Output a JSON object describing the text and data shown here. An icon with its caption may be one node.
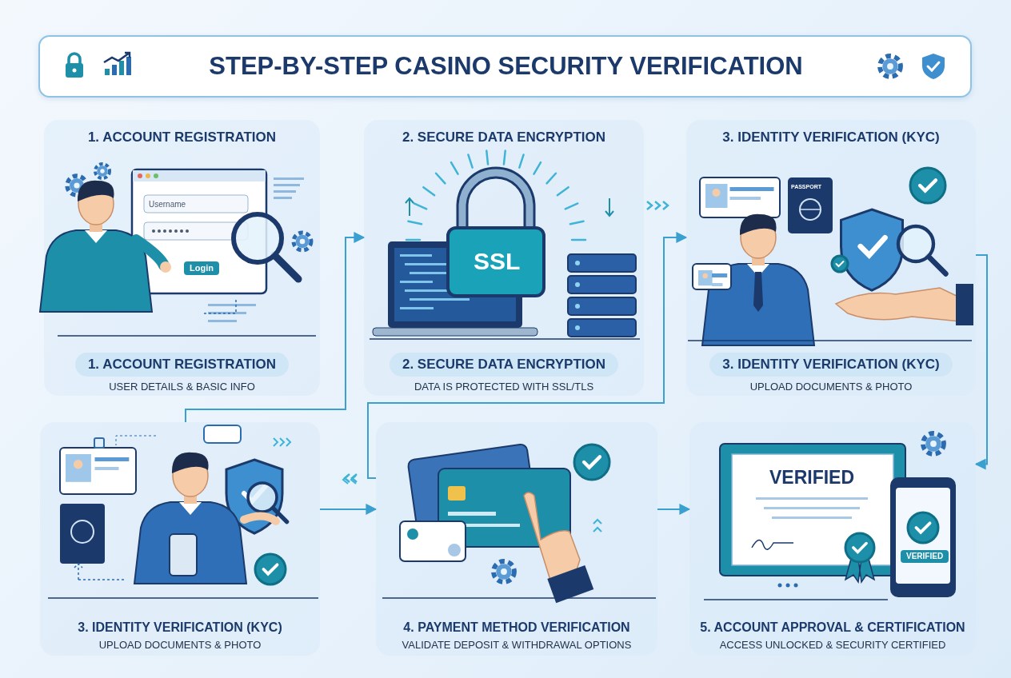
{
  "diagram": {
    "title": "STEP-BY-STEP CASINO SECURITY VERIFICATION",
    "nodes": [
      {
        "text": [
          "1. ACCOUNT REGISTRATION",
          "1. ACCOUNT REGISTRATION",
          "USER DETAILS & BASIC INFO"
        ]
      },
      {
        "text": [
          "2. SECURE DATA ENCRYPTION",
          "2. SECURE DATA ENCRYPTION",
          "DATA IS PROTECTED WITH SSL/TLS"
        ]
      },
      {
        "text": [
          "3. IDENTITY VERIFICATION (KYC)",
          "3. IDENTITY VERIFICATION (KYC)",
          "UPLOAD DOCUMENTS & PHOTO"
        ]
      },
      {
        "text": [
          "3. IDENTITY VERIFICATION (KYC)",
          "UPLOAD DOCUMENTS & PHOTO"
        ]
      },
      {
        "text": [
          "4. PAYMENT METHOD VERIFICATION",
          "VALIDATE DEPOSIT & WITHDRAWAL OPTIONS"
        ]
      },
      {
        "text": [
          "5. ACCOUNT APPROVAL & CERTIFICATION",
          "ACCESS UNLOCKED & SECURITY CERTIFIED"
        ]
      }
    ],
    "edges": [
      {
        "from": 3,
        "to": 1,
        "arrow": "to"
      },
      {
        "from": 4,
        "to": 2,
        "arrow": "to"
      },
      {
        "from": 2,
        "to": 5,
        "arrow": "to"
      },
      {
        "from": 3,
        "to": 4,
        "arrow": "to"
      },
      {
        "from": 4,
        "to": 5,
        "arrow": "to"
      }
    ],
    "labels": [
      "Username",
      "Login",
      "SSL",
      "PASSPORT",
      "VERIFIED",
      "VERIFIED"
    ]
  }
}
